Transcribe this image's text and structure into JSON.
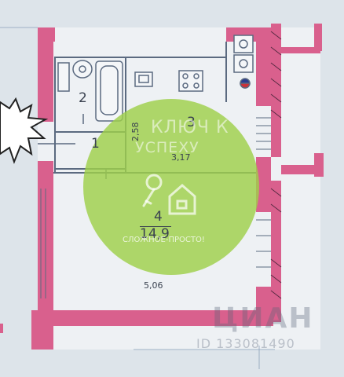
{
  "rooms": [
    {
      "number": "1"
    },
    {
      "number": "2"
    },
    {
      "number": "3"
    },
    {
      "number": "4"
    }
  ],
  "dimensions": {
    "room3_height": "2,58",
    "room3_width": "3,17",
    "room4_area": "14,9",
    "room4_width": "5,06"
  },
  "watermark": {
    "brand_line1": "КЛЮЧ К",
    "brand_line2": "УСПЕХУ",
    "slogan": "СЛОЖНОЕ-ПРОСТО!",
    "site_name": "ЦИАН",
    "listing_id": "ID 133081490"
  },
  "colors": {
    "wall": "#d9608d",
    "background": "#dde4ea",
    "floor": "#eef1f4",
    "watermark_circle": "#9fcf4a"
  }
}
